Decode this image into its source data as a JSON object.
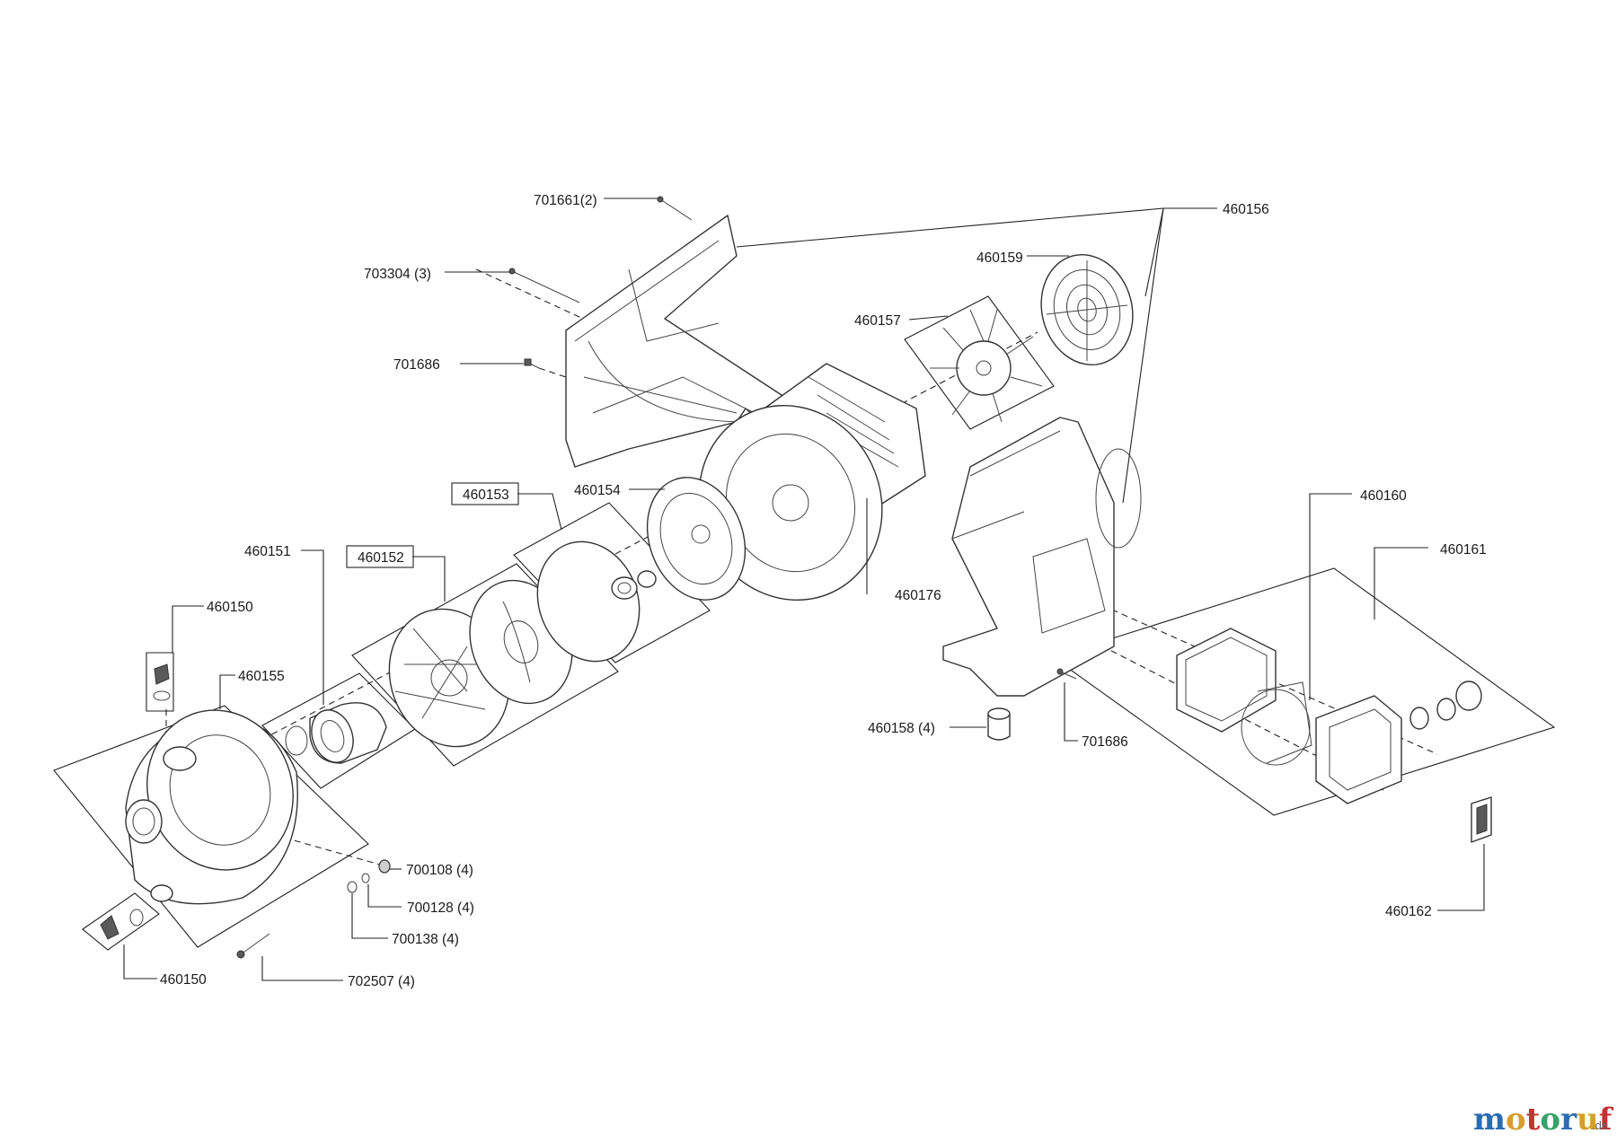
{
  "labels": {
    "p701661": "701661(2)",
    "p460156": "460156",
    "p703304": "703304 (3)",
    "p460159": "460159",
    "p460157": "460157",
    "p701686a": "701686",
    "p460153": "460153",
    "p460154": "460154",
    "p460151": "460151",
    "p460152": "460152",
    "p460176": "460176",
    "p460160": "460160",
    "p460161": "460161",
    "p460150a": "460150",
    "p460155": "460155",
    "p460158": "460158 (4)",
    "p701686b": "701686",
    "p700108": "700108 (4)",
    "p700128": "700128 (4)",
    "p700138": "700138 (4)",
    "p460162": "460162",
    "p460150b": "460150",
    "p702507": "702507 (4)"
  },
  "watermark": {
    "letters": [
      "m",
      "o",
      "t",
      "o",
      "r",
      "u",
      "f"
    ],
    "colors": [
      "#2b6cb0",
      "#d69e2e",
      "#c53030",
      "#38a169",
      "#2b6cb0",
      "#d69e2e",
      "#c53030"
    ],
    "suffix": ".de"
  }
}
